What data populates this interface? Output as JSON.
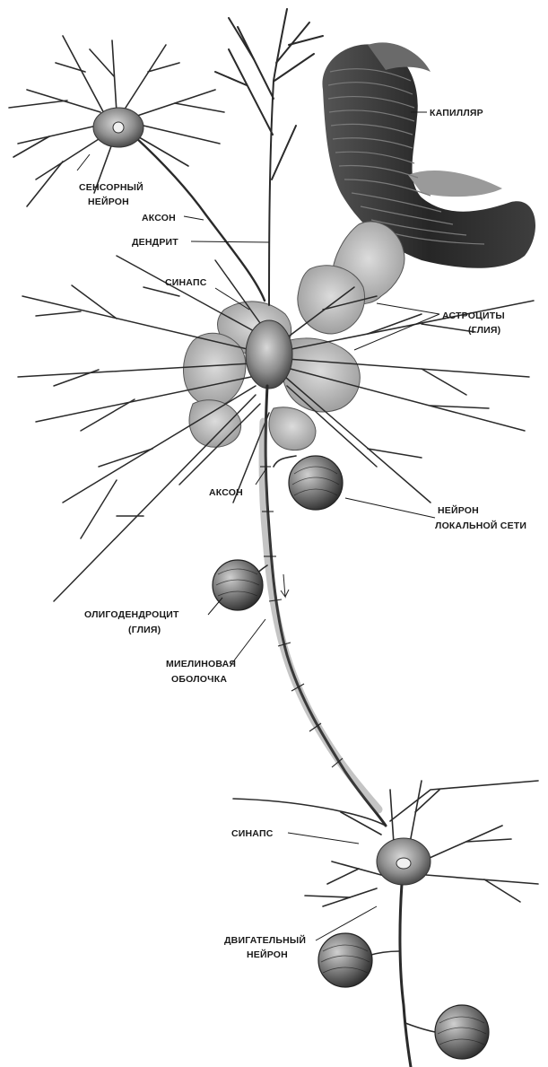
{
  "figure": {
    "labels": {
      "sensory_neuron_line1": "СЕНСОРНЫЙ",
      "sensory_neuron_line2": "НЕЙРОН",
      "axon_top": "АКСОН",
      "dendrite": "ДЕНДРИТ",
      "synapse_top": "СИНАПС",
      "capillary": "КАПИЛЛЯР",
      "astrocytes_line1": "АСТРОЦИТЫ",
      "astrocytes_line2": "(ГЛИЯ)",
      "axon_middle": "АКСОН",
      "local_neuron_line1": "НЕЙРОН",
      "local_neuron_line2": "ЛОКАЛЬНОЙ СЕТИ",
      "oligodendrocyte_line1": "ОЛИГОДЕНДРОЦИТ",
      "oligodendrocyte_line2": "(ГЛИЯ)",
      "myelin_line1": "МИЕЛИНОВАЯ",
      "myelin_line2": "ОБОЛОЧКА",
      "synapse_bottom": "СИНАПС",
      "motor_neuron_line1": "ДВИГАТЕЛЬНЫЙ",
      "motor_neuron_line2": "НЕЙРОН"
    },
    "colors": {
      "ink": "#1a1a1a",
      "cell_body": "#8a8a8a",
      "glia": "#c4c4c4",
      "capillary": "#2b2b2b",
      "background": "#ffffff"
    }
  }
}
